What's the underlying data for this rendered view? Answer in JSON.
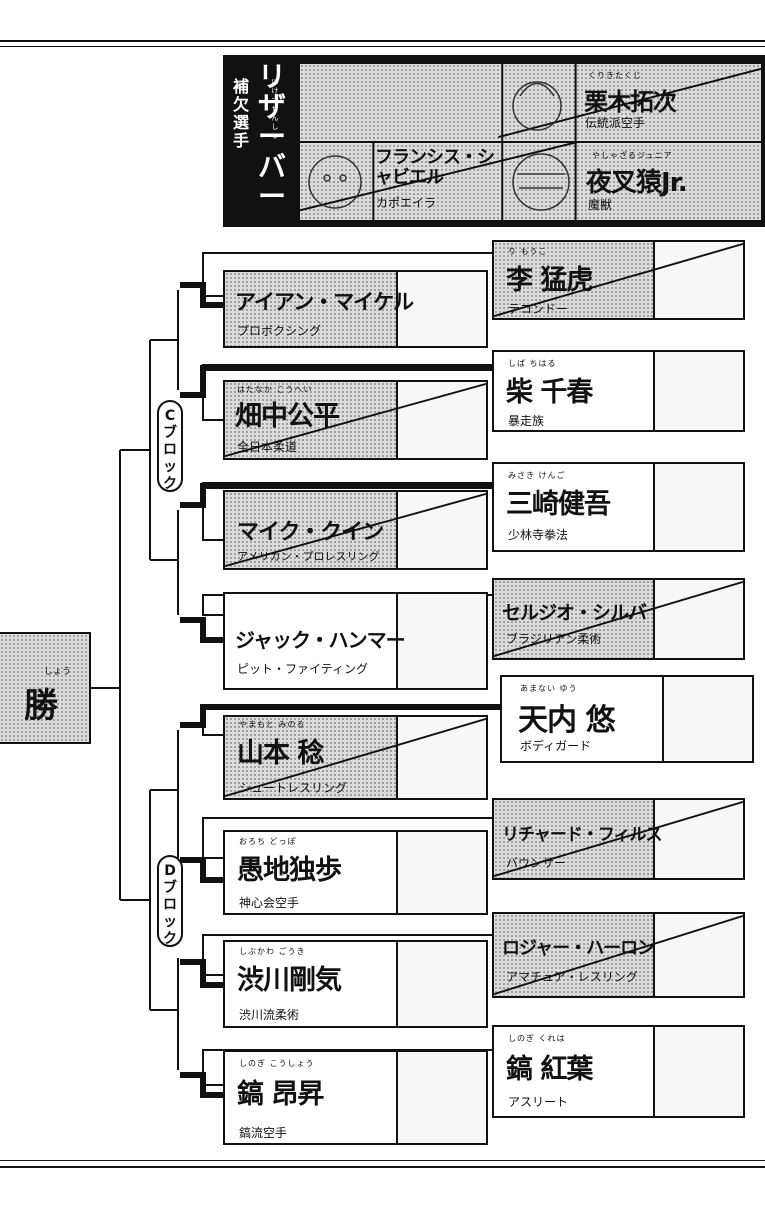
{
  "reserve": {
    "title": "リザーバー",
    "subtitle": "補欠選手",
    "subtitle_ruby": "ほけつせんしゅ",
    "fighters": [
      {
        "name": "栗木拓次",
        "ruby": "くりきたくじ",
        "style": "伝統派空手",
        "eliminated": true
      },
      {
        "name": "フランシス・シャビエル",
        "style": "カポエイラ",
        "eliminated": true
      },
      {
        "name": "夜叉猿Jr.",
        "ruby": "やしゃざるジュニア",
        "style": "魔獣",
        "eliminated": false
      }
    ]
  },
  "winner": {
    "label": "勝",
    "ruby": "しょう"
  },
  "blocks": {
    "c": "Cブロック",
    "d": "Dブロック"
  },
  "left_fighters": [
    {
      "name": "アイアン・マイケル",
      "ruby": "",
      "style": "プロボクシング",
      "eliminated": false
    },
    {
      "name": "畑中公平",
      "ruby": "はたなか こうへい",
      "style": "全日本柔道",
      "eliminated": true
    },
    {
      "name": "マイク・クイン",
      "ruby": "",
      "style": "アメリカン・プロレスリング",
      "eliminated": true
    },
    {
      "name": "ジャック・ハンマー",
      "ruby": "",
      "style": "ピット・ファイティング",
      "eliminated": false
    },
    {
      "name": "山本 稔",
      "ruby": "やまもと みのる",
      "style": "シュートレスリング",
      "eliminated": true
    },
    {
      "name": "愚地独歩",
      "ruby": "おろち どっぽ",
      "style": "神心会空手",
      "eliminated": false
    },
    {
      "name": "渋川剛気",
      "ruby": "しぶかわ ごうき",
      "style": "渋川流柔術",
      "eliminated": false
    },
    {
      "name": "鎬 昂昇",
      "ruby": "しのぎ こうしょう",
      "style": "鎬流空手",
      "eliminated": false
    }
  ],
  "right_fighters": [
    {
      "name": "李 猛虎",
      "ruby": "り もうこ",
      "style": "テコンドー",
      "eliminated": true
    },
    {
      "name": "柴 千春",
      "ruby": "しば ちはる",
      "style": "暴走族",
      "eliminated": false
    },
    {
      "name": "三崎健吾",
      "ruby": "みさき けんご",
      "style": "少林寺拳法",
      "eliminated": false
    },
    {
      "name": "セルジオ・シルバ",
      "ruby": "",
      "style": "ブラジリアン柔術",
      "eliminated": true
    },
    {
      "name": "天内 悠",
      "ruby": "あまない ゆう",
      "style": "ボディガード",
      "eliminated": false
    },
    {
      "name": "リチャード・フィルス",
      "ruby": "",
      "style": "バウンサー",
      "eliminated": true
    },
    {
      "name": "ロジャー・ハーロン",
      "ruby": "",
      "style": "アマチュア・レスリング",
      "eliminated": true
    },
    {
      "name": "鎬 紅葉",
      "ruby": "しのぎ くれは",
      "style": "アスリート",
      "eliminated": false
    }
  ]
}
